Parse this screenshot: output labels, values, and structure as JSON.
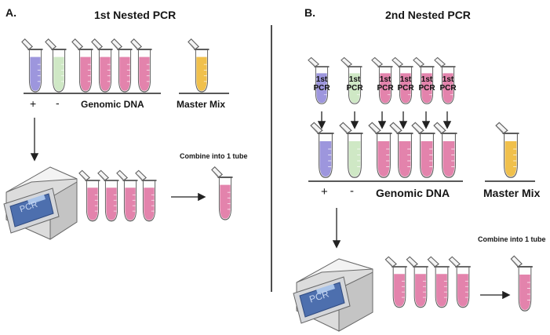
{
  "panelA": {
    "letter": "A.",
    "title": "1st Nested PCR",
    "plus": "+",
    "minus": "-",
    "genomic_label": "Genomic DNA",
    "master_label": "Master Mix",
    "combine_label": "Combine into 1 tube",
    "machine_label": "PCR"
  },
  "panelB": {
    "letter": "B.",
    "title": "2nd Nested PCR",
    "plus": "+",
    "minus": "-",
    "genomic_label": "Genomic DNA",
    "master_label": "Master Mix",
    "combine_label": "Combine into 1 tube",
    "machine_label": "PCR",
    "product_tube_label": "1st PCR"
  },
  "colors": {
    "positive": "#9d96dd",
    "negative": "#cfe8c5",
    "sample": "#e383ac",
    "master_mix": "#f0c04c",
    "outline": "#5c5c5c",
    "divider": "#222222"
  }
}
